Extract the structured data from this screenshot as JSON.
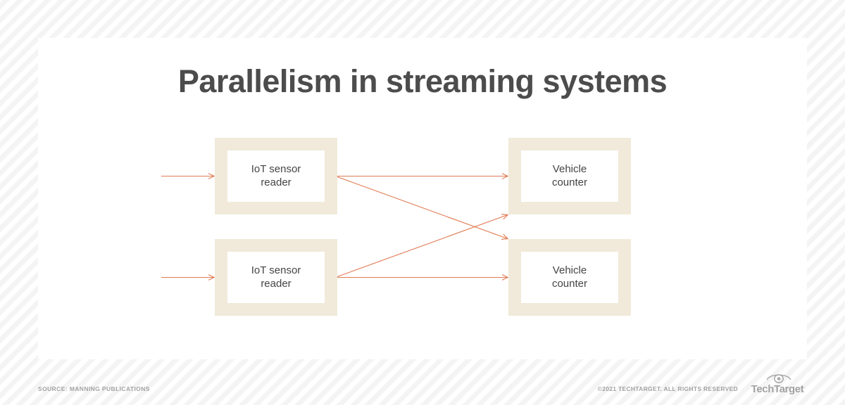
{
  "slide": {
    "title": "Parallelism in streaming systems",
    "background_color": "#ffffff",
    "stripe_color": "#f4f4f4",
    "card_color": "#ffffff",
    "title_color": "#4c4c4c"
  },
  "diagram": {
    "type": "flow",
    "node_frame_color": "#f1eada",
    "node_fill_color": "#ffffff",
    "node_text_color": "#444444",
    "arrow_color": "#e07a52",
    "nodes": [
      {
        "id": "sensor-1",
        "label": "IoT sensor\nreader",
        "column": "left",
        "row": 1
      },
      {
        "id": "sensor-2",
        "label": "IoT sensor\nreader",
        "column": "left",
        "row": 2
      },
      {
        "id": "counter-1",
        "label": "Vehicle\ncounter",
        "column": "right",
        "row": 1
      },
      {
        "id": "counter-2",
        "label": "Vehicle\ncounter",
        "column": "right",
        "row": 2
      }
    ],
    "edges": [
      {
        "from": "input",
        "to": "sensor-1",
        "style": "straight"
      },
      {
        "from": "input",
        "to": "sensor-2",
        "style": "straight"
      },
      {
        "from": "sensor-1",
        "to": "counter-1",
        "style": "straight"
      },
      {
        "from": "sensor-1",
        "to": "counter-2",
        "style": "diagonal"
      },
      {
        "from": "sensor-2",
        "to": "counter-1",
        "style": "diagonal"
      },
      {
        "from": "sensor-2",
        "to": "counter-2",
        "style": "straight"
      }
    ]
  },
  "footer": {
    "source": "SOURCE: MANNING PUBLICATIONS",
    "copyright": "©2021 TECHTARGET. ALL RIGHTS RESERVED",
    "logo_wordmark": "TechTarget",
    "logo_icon": "eye-target-icon",
    "text_color": "#a2a2a2"
  }
}
